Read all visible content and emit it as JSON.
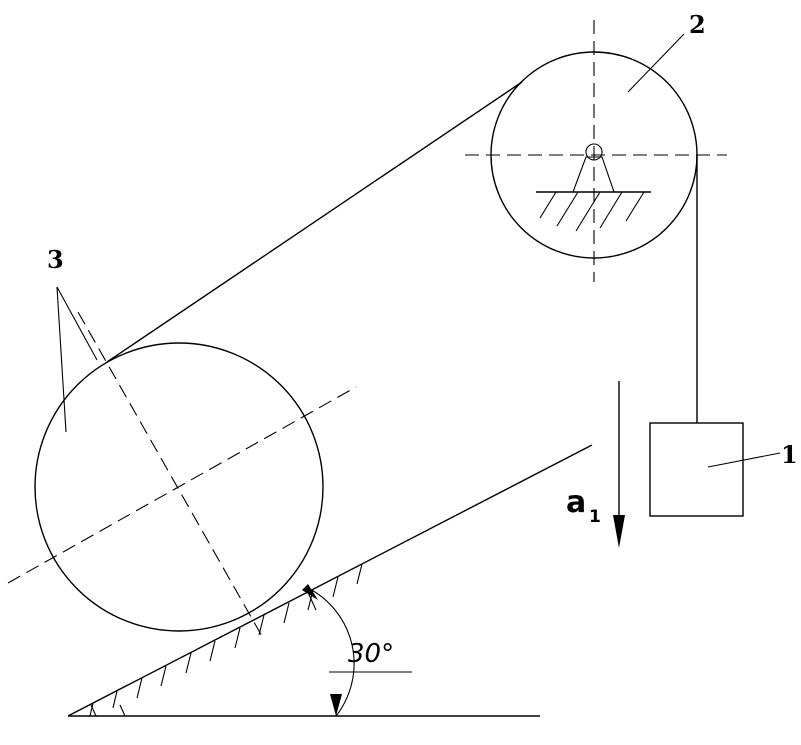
{
  "labels": {
    "body_1": "1",
    "body_2": "2",
    "body_3": "3",
    "acceleration_symbol": "a",
    "acceleration_subscript": "1",
    "angle": "30°"
  }
}
